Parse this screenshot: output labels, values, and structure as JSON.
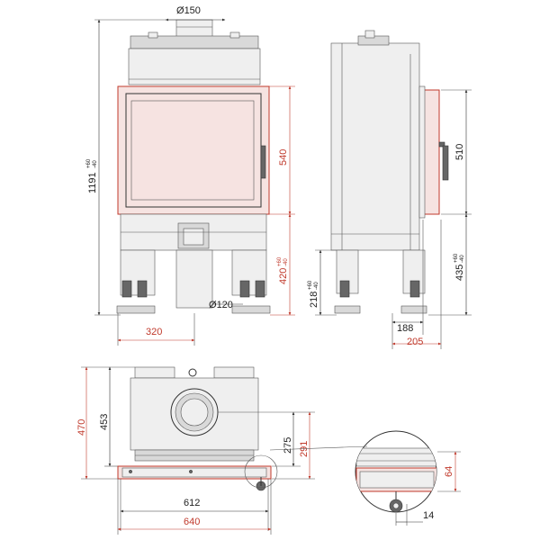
{
  "dimensions": {
    "top_flue": "150",
    "total_height": "1191",
    "total_height_tol_plus": "+60",
    "total_height_tol_minus": "-40",
    "door_height": "540",
    "lower_height": "420",
    "lower_height_tol_plus": "+60",
    "lower_height_tol_minus": "-40",
    "bottom_flue": "120",
    "half_width": "320",
    "side_door_height": "510",
    "side_lower": "435",
    "side_lower_tol_plus": "+60",
    "side_lower_tol_minus": "-40",
    "leg_height": "218",
    "leg_tol_plus": "+60",
    "leg_tol_minus": "-40",
    "side_depth_inner": "188",
    "side_depth_outer": "205",
    "plan_depth_outer": "470",
    "plan_depth_inner": "453",
    "plan_center_inner": "275",
    "plan_center_outer": "291",
    "plan_width_inner": "612",
    "plan_width_outer": "640",
    "detail_height": "64",
    "detail_width": "14"
  },
  "symbols": {
    "diameter": "Ø"
  }
}
